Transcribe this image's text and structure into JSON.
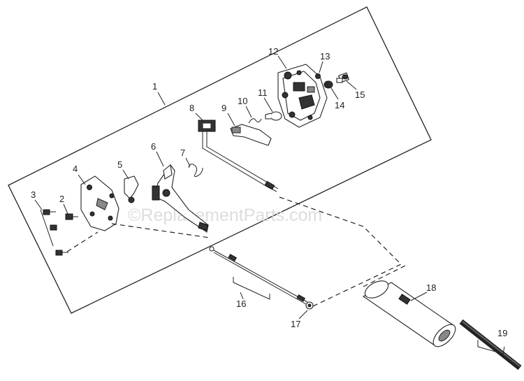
{
  "callouts": {
    "c1": "1",
    "c2": "2",
    "c3": "3",
    "c4": "4",
    "c5": "5",
    "c6": "6",
    "c7": "7",
    "c8": "8",
    "c9": "9",
    "c10": "10",
    "c11": "11",
    "c12": "12",
    "c13": "13",
    "c14": "14",
    "c15": "15",
    "c16": "16",
    "c17": "17",
    "c18": "18",
    "c19": "19"
  },
  "watermark": "©ReplacementParts.com"
}
